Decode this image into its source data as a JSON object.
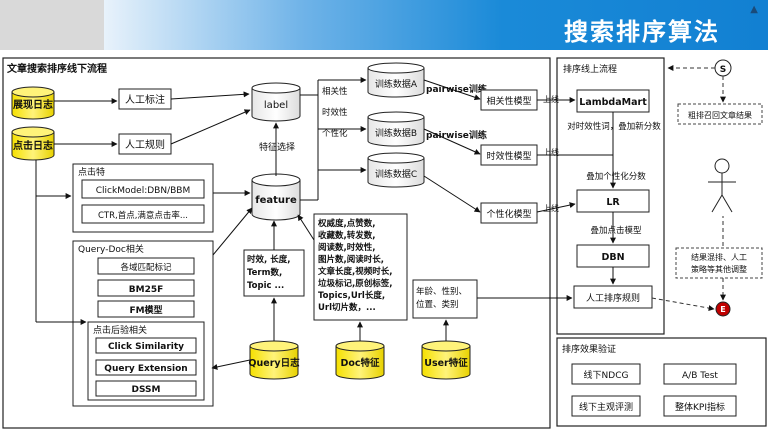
{
  "header": {
    "title": "搜索排序算法"
  },
  "offline": {
    "title": "文章搜索排序线下流程",
    "sources": {
      "show_log": "展现日志",
      "click_log": "点击日志"
    },
    "manual_label": "人工标注",
    "manual_rule": "人工规则",
    "label": "label",
    "feature": "feature",
    "feature_select": "特征选择",
    "click_features": {
      "title": "点击特",
      "items": [
        "ClickModel:DBN/BBM",
        "CTR,首点,满意点击率..."
      ]
    },
    "query_doc": {
      "title": "Query-Doc相关",
      "items": [
        "各域匹配标记",
        "BM25F",
        "FM模型"
      ],
      "post_click": {
        "title": "点击后验相关",
        "items": [
          "Click Similarity",
          "Query Extension",
          "DSSM"
        ]
      }
    },
    "query_feat_lines": [
      "时效, 长度,",
      "Term数,",
      "Topic ..."
    ],
    "doc_feat_lines": [
      "权威度,点赞数,",
      "收藏数,转发数,",
      "阅读数,时效性,",
      "图片数,阅读时长,",
      "文章长度,视频时长,",
      "垃圾标记,原创标签,",
      "Topics,Url长度,",
      "Url切片数，..."
    ],
    "user_feat_lines": [
      "年龄、性别、",
      "位置、类别"
    ],
    "query_log": "Query日志",
    "doc_feat": "Doc特征",
    "user_feat": "User特征",
    "dims": [
      "相关性",
      "时效性",
      "个性化"
    ],
    "train_data": [
      "训练数据A",
      "训练数据B",
      "训练数据C"
    ],
    "pairwise": [
      "pairwise训练",
      "pairwise训练"
    ],
    "models": [
      "相关性模型",
      "时效性模型",
      "个性化模型"
    ]
  },
  "online": {
    "title": "排序线上流程",
    "online_labels": [
      "上线",
      "上线",
      "上线"
    ],
    "lambdamart": "LambdaMart",
    "step1": "对时效性词，叠加新分数",
    "step2": "叠加个性化分数",
    "lr": "LR",
    "step3": "叠加点击模型",
    "dbn": "DBN",
    "manual_rank": "人工排序规则",
    "recall": "粗排召回文章结果",
    "mix": "结果混排、人工策略等其他调整",
    "s": "S",
    "e": "E"
  },
  "validation": {
    "title": "排序效果验证",
    "items": [
      "线下NDCG",
      "A/B Test",
      "线下主观评测",
      "整体KPI指标"
    ]
  }
}
